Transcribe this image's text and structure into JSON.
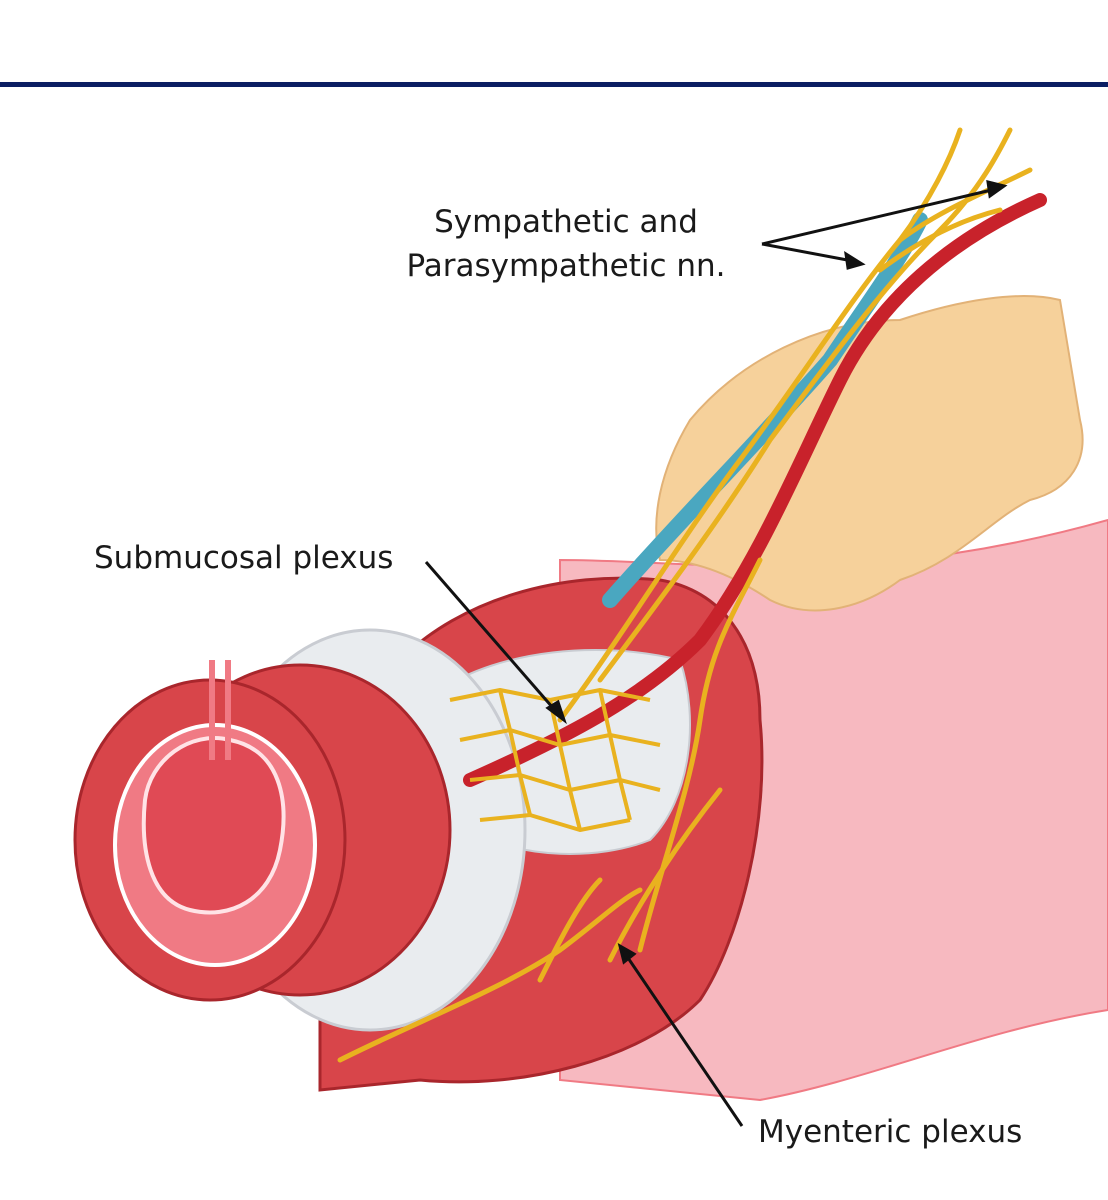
{
  "colors": {
    "header_rule": "#0b1e63",
    "muscle": "#d8454a",
    "muscle_dark": "#a9262c",
    "mucosa": "#f07a84",
    "serosa": "#f7b9c0",
    "submucosa": "#e9ecef",
    "fat": "#f6d19b",
    "nerve": "#e9b21f",
    "artery": "#c8222b",
    "vein": "#4aa7c0",
    "pointer": "#111111"
  },
  "labels": {
    "sympathetic_line1": "Sympathetic and",
    "sympathetic_line2": "Parasympathetic nn.",
    "submucosal": "Submucosal plexus",
    "myenteric": "Myenteric plexus"
  }
}
